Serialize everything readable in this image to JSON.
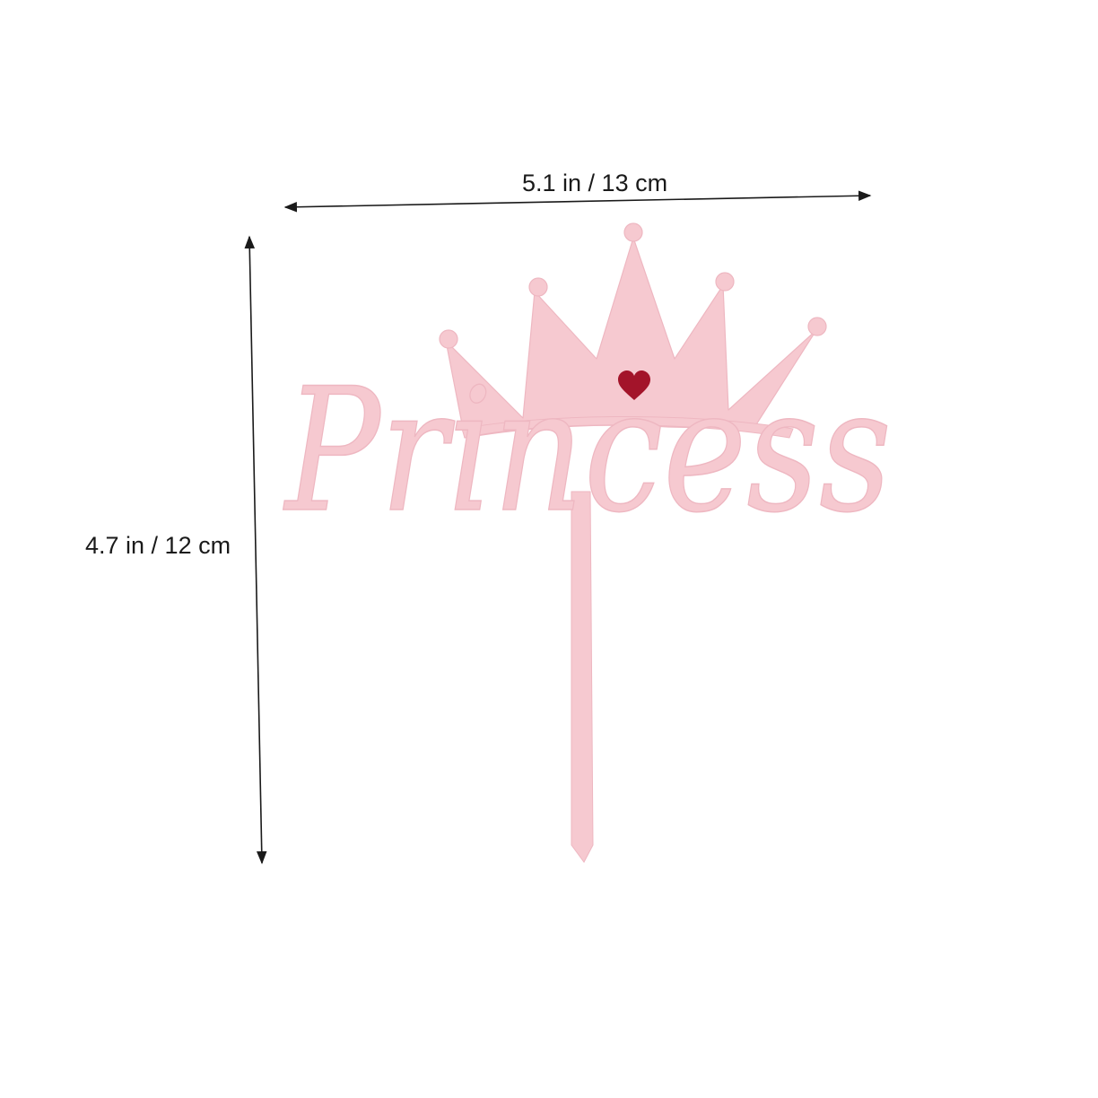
{
  "dimensions": {
    "width_label": "5.1 in / 13 cm",
    "height_label": "4.7 in / 12 cm"
  },
  "product": {
    "word": "Princess"
  },
  "colors": {
    "topper_pink": "#f6c9d0",
    "topper_edge": "#eeb7c1",
    "heart_red": "#a3142a",
    "arrow": "#1a1a1a"
  },
  "icons": {
    "crown": "crown-icon",
    "heart": "heart-icon"
  }
}
